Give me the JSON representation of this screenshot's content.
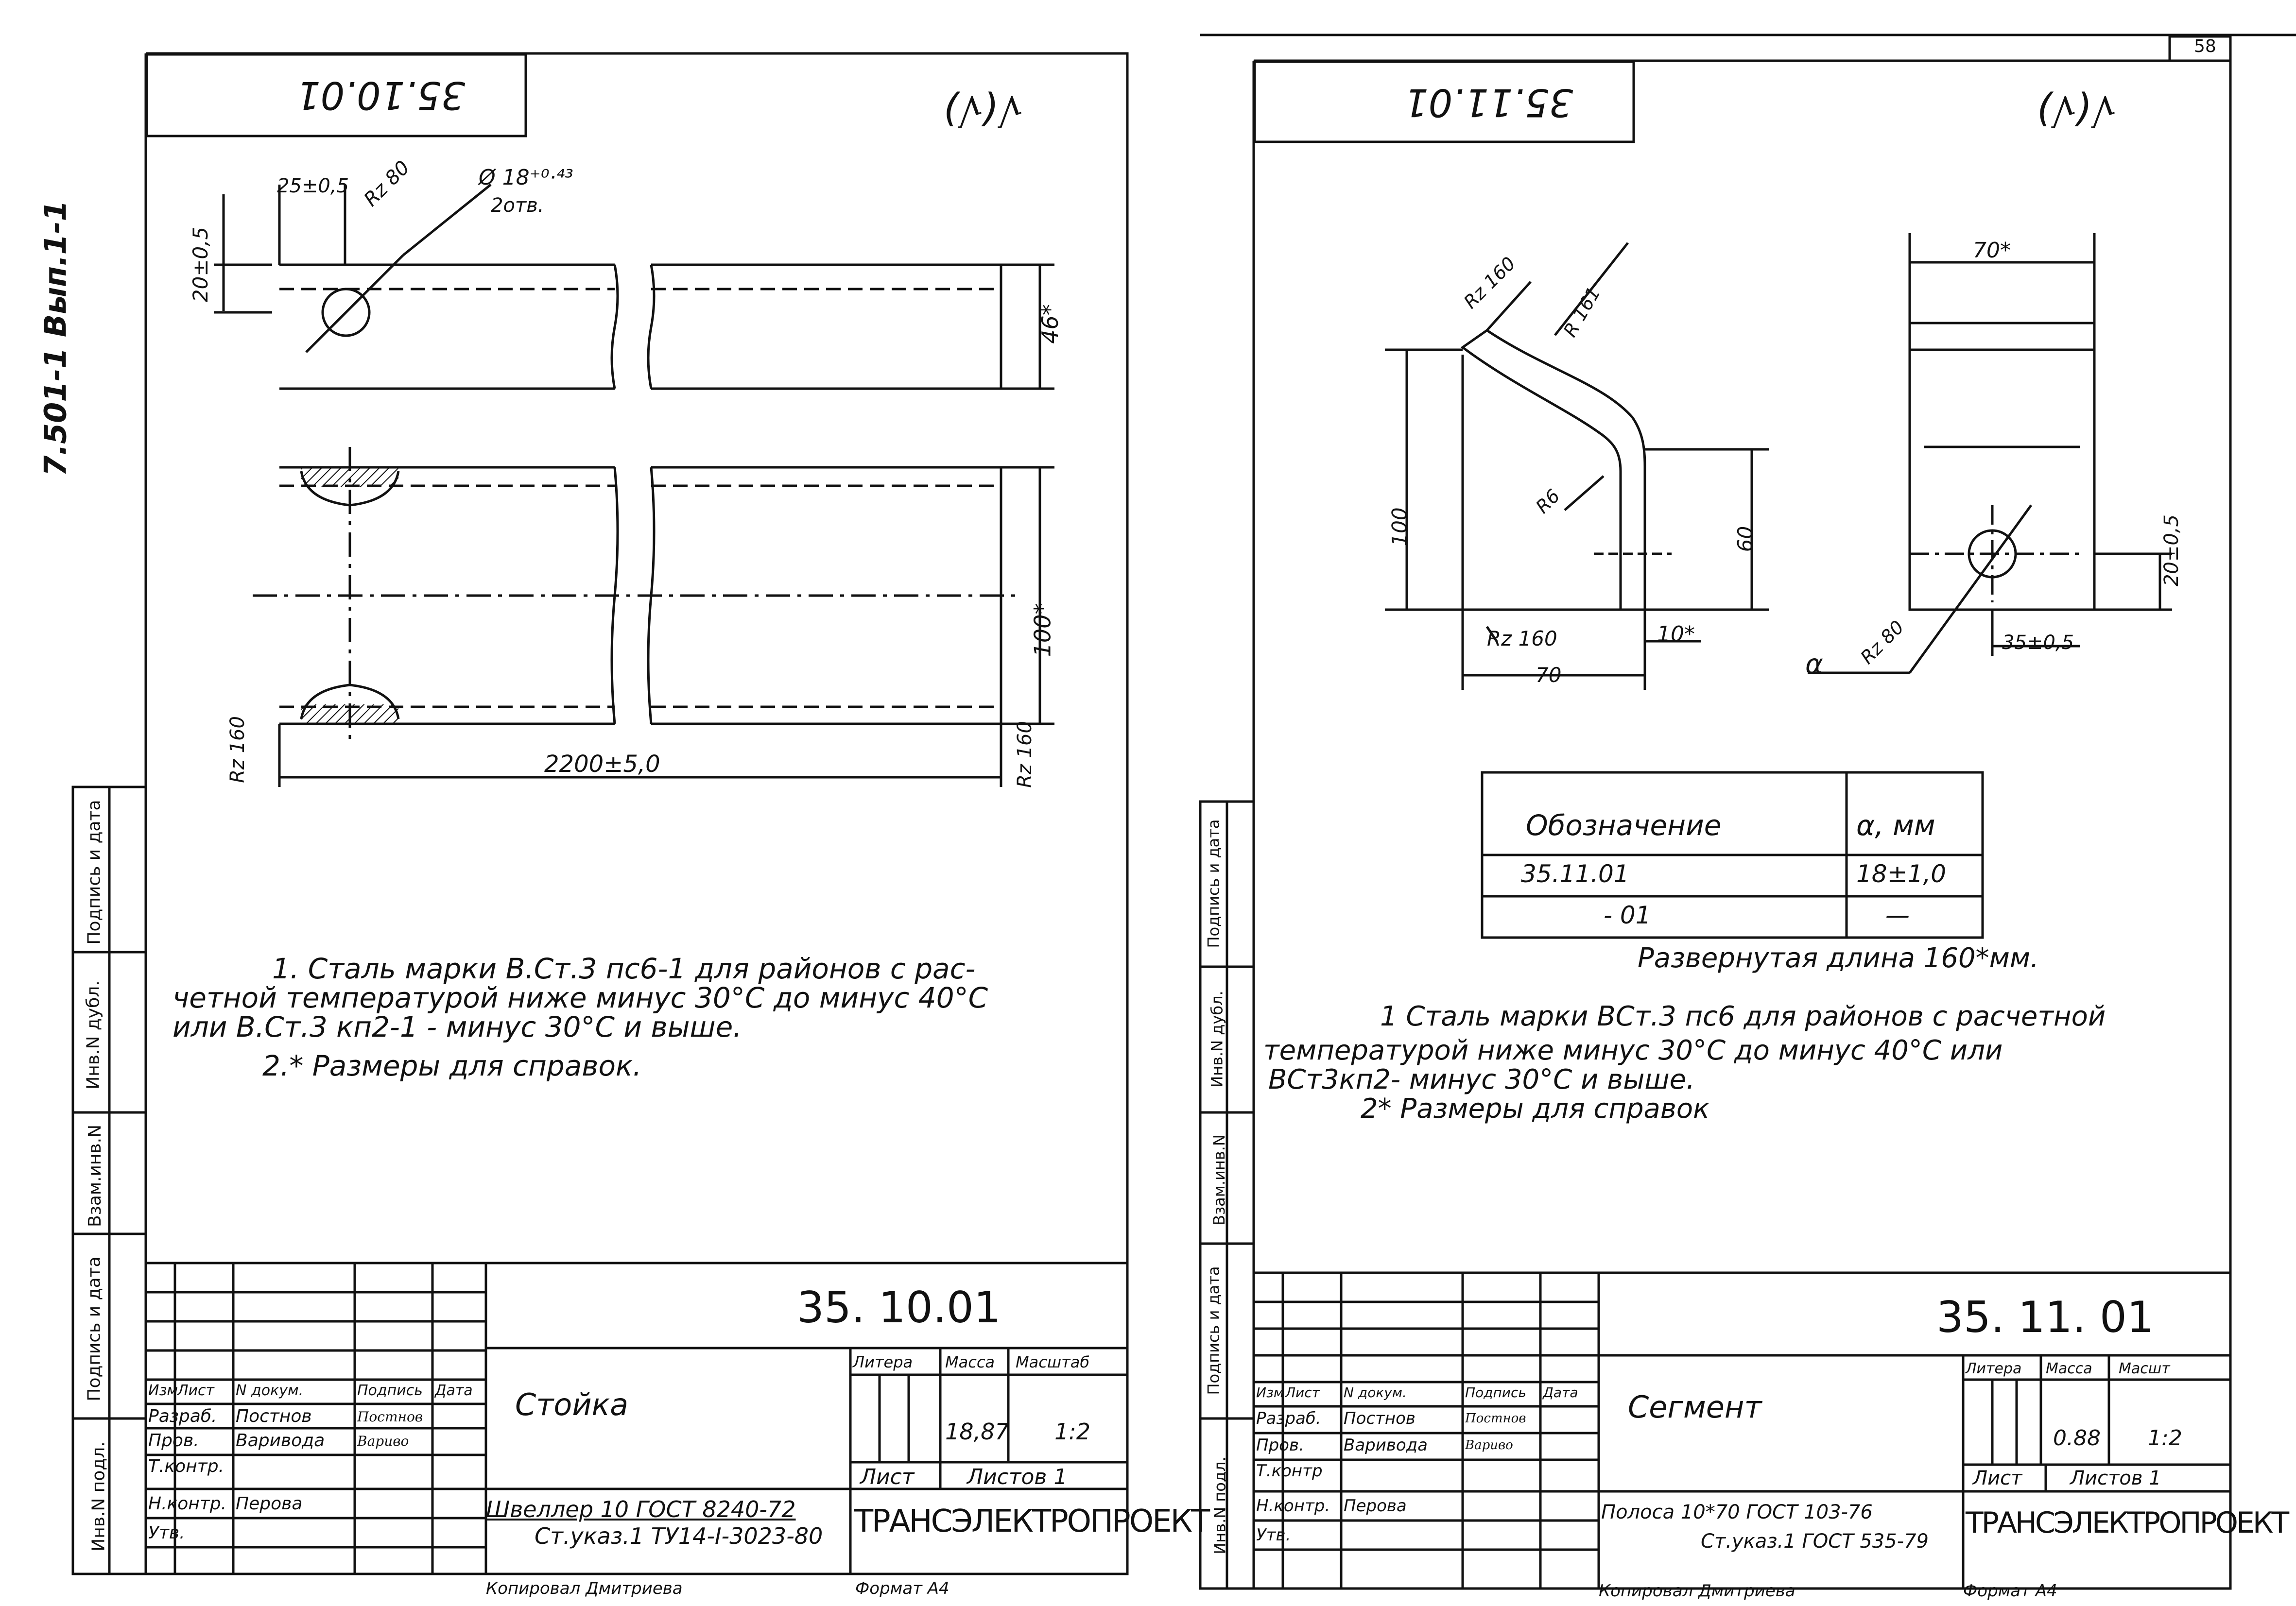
{
  "series_label": "7.501-1 Вып.1-1",
  "side_stamp": [
    "Подпись и дата",
    "Инв.N дубл.",
    "Взам.инв.N",
    "Подпись и дата",
    "Инв.N подл."
  ],
  "sheet_left": {
    "rotated_code": "35.10.01",
    "roughness": "√(√)",
    "dims": {
      "d1": "25±0,5",
      "d2": "Rz 80",
      "d3": "Ø 18⁺⁰·⁴³",
      "d4": "2отв.",
      "d5": "20±0,5",
      "d6": "46*",
      "d7": "100*",
      "d8": "Rz 160",
      "d9": "2200±5,0",
      "d10": "Rz 160"
    },
    "notes": [
      "1. Сталь марки В.Ст.3 пс6-1 для районов с рас-",
      "четной температурой ниже минус 30°С до минус 40°С",
      "или  В.Ст.3 кп2-1 - минус 30°С и выше.",
      "2.* Размеры для справок."
    ],
    "title_block": {
      "code": "35. 10.01",
      "name": "Стойка",
      "material_line1": "Швеллер 10 ГОСТ 8240-72",
      "material_line2": "Ст.указ.1 ТУ14-I-3023-80",
      "h_litera": "Литера",
      "h_massa": "Масса",
      "h_scale": "Масштаб",
      "mass": "18,87",
      "scale": "1:2",
      "sheet": "Лист",
      "sheets": "Листов 1",
      "org": "ТРАНСЭЛЕКТРОПРОЕКТ",
      "hdr": [
        "Изм",
        "Лист",
        "N докум.",
        "Подпись",
        "Дата"
      ],
      "roles": [
        "Разраб.",
        "Пров.",
        "Т.контр.",
        "",
        "Н.контр.",
        "Утв."
      ],
      "names": [
        "Постнов",
        "Варивода",
        "",
        "",
        "Перова",
        ""
      ],
      "sigs": [
        "Постнов",
        "Вариво",
        "",
        "",
        "",
        ""
      ]
    },
    "footer_copied": "Копировал Дмитриева",
    "footer_format": "Формат А4"
  },
  "sheet_right": {
    "page_no": "58",
    "rotated_code": "35.11.01",
    "roughness": "√(√)",
    "dims": {
      "d1": "Rz 160",
      "d2": "R 161",
      "d3": "R6",
      "d4": "100",
      "d5": "60",
      "d6": "Rz 160",
      "d7": "10*",
      "d8": "70",
      "d9": "70*",
      "d10": "20±0,5",
      "d11": "Rz 80",
      "d12": "35±0,5",
      "d13": "α"
    },
    "table": {
      "headers": [
        "Обозначение",
        "α, мм"
      ],
      "rows": [
        [
          "35.11.01",
          "18±1,0"
        ],
        [
          "- 01",
          "—"
        ]
      ]
    },
    "developed_length": "Развернутая длина 160*мм.",
    "notes": [
      "1 Сталь марки ВСт.3 пс6 для районов с расчетной",
      "температурой ниже минус 30°С до минус 40°С или",
      "ВСт3кп2- минус 30°С и выше.",
      "2* Размеры для справок"
    ],
    "title_block": {
      "code": "35. 11. 01",
      "name": "Сегмент",
      "material_line1": "Полоса 10*70 ГОСТ 103-76",
      "material_line2": "Ст.указ.1 ГОСТ 535-79",
      "h_litera": "Литера",
      "h_massa": "Масса",
      "h_scale": "Масшт",
      "mass": "0.88",
      "scale": "1:2",
      "sheet": "Лист",
      "sheets": "Листов 1",
      "org": "ТРАНСЭЛЕКТРОПРОЕКТ",
      "hdr": [
        "Изм",
        "Лист",
        "N докум.",
        "Подпись",
        "Дата"
      ],
      "roles": [
        "Разраб.",
        "Пров.",
        "Т.контр",
        "",
        "Н.контр.",
        "Утв."
      ],
      "names": [
        "Постнов",
        "Варивода",
        "",
        "",
        "Перова",
        ""
      ],
      "sigs": [
        "Постнов",
        "Вариво",
        "",
        "",
        "",
        ""
      ]
    },
    "footer_copied": "Копировал Дмитриева",
    "footer_format": "Формат А4"
  }
}
